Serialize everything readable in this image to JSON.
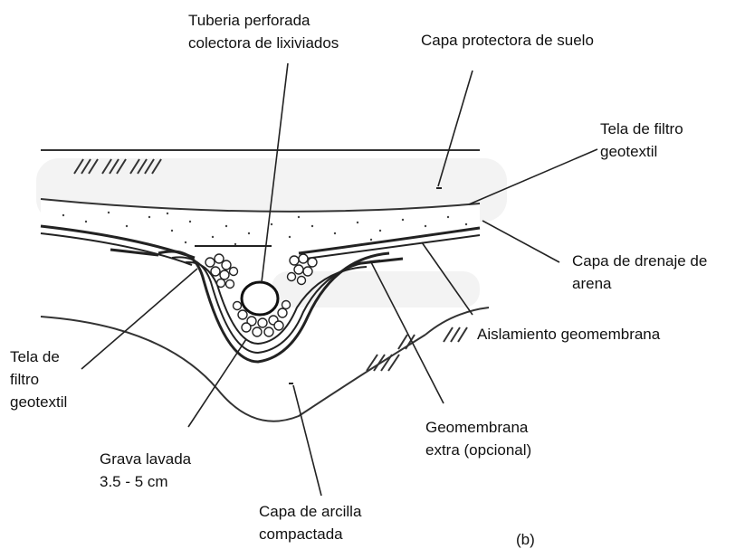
{
  "labels": {
    "tuberia": [
      "Tuberia perforada",
      "colectora de lixiviados"
    ],
    "capa_protectora": "Capa protectora de suelo",
    "tela_filtro_right": [
      "Tela de filtro",
      "geotextil"
    ],
    "capa_drenaje": [
      "Capa de drenaje de",
      "arena"
    ],
    "aislamiento": "Aislamiento geomembrana",
    "tela_filtro_left": [
      "Tela de",
      "filtro",
      "geotextil"
    ],
    "geomembrana_extra": [
      "Geomembrana",
      "extra (opcional)"
    ],
    "grava": [
      "Grava lavada",
      "3.5 - 5 cm"
    ],
    "arcilla": [
      "Capa de arcilla",
      "compactada"
    ],
    "figure_tag": "(b)"
  }
}
